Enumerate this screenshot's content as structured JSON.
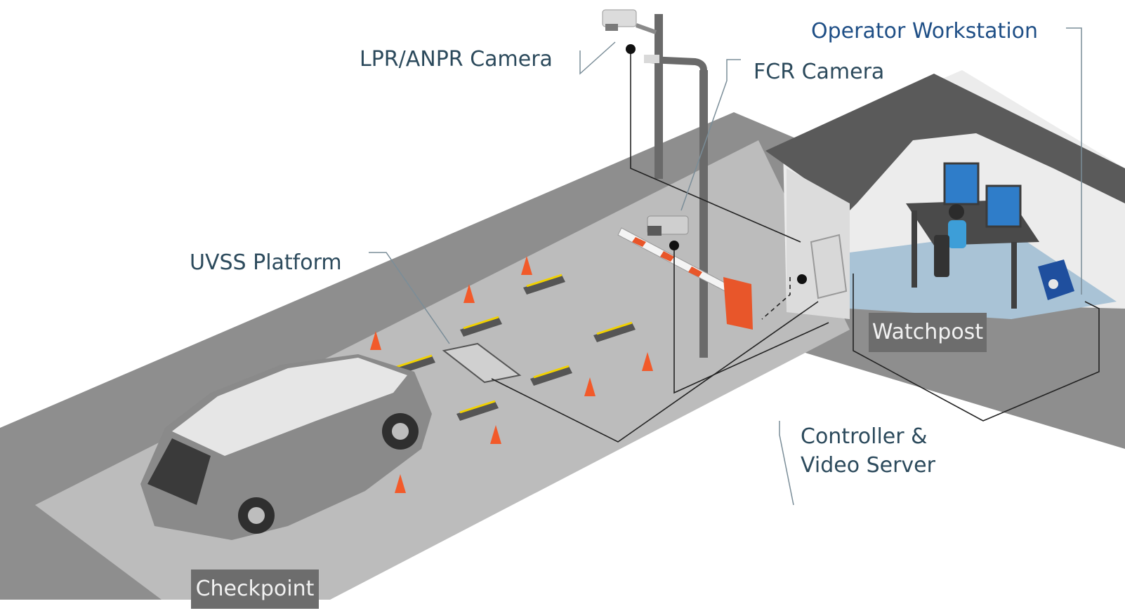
{
  "labels": {
    "lpr_camera": "LPR/ANPR Camera",
    "fcr_camera": "FCR Camera",
    "operator_workstation": "Operator Workstation",
    "uvss_platform": "UVSS Platform",
    "controller_line1": "Controller &",
    "controller_line2": "Video Server",
    "watchpost": "Watchpost",
    "checkpoint": "Checkpoint"
  },
  "colors": {
    "road": "#bdbdbd",
    "road_edge": "#8a8a8a",
    "label_text": "#2c4a5c",
    "operator_text": "#1f4f86",
    "tag_bg": "#6d6d6d",
    "barrier_orange": "#e8562a",
    "cone_orange": "#f25a2a",
    "booth_floor": "#a9c3d6"
  }
}
